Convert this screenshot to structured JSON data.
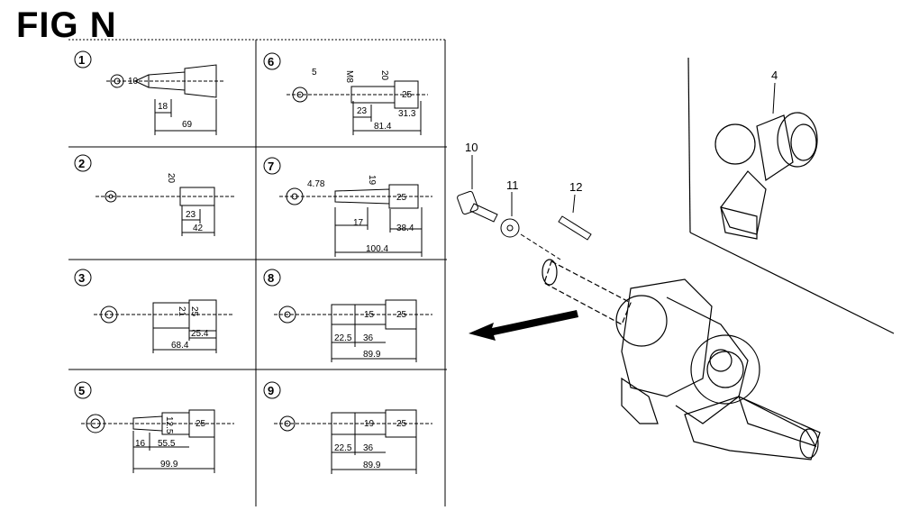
{
  "figure": {
    "title": "FIG N"
  },
  "panels": [
    {
      "id": "1",
      "dims": [
        "10",
        "18",
        "69"
      ]
    },
    {
      "id": "2",
      "dims": [
        "20",
        "23",
        "42"
      ]
    },
    {
      "id": "3",
      "dims": [
        "21",
        "25",
        "25.4",
        "68.4"
      ]
    },
    {
      "id": "5",
      "dims": [
        "12.5",
        "25",
        "16",
        "55.5",
        "99.9"
      ]
    },
    {
      "id": "6",
      "dims": [
        "5",
        "M8",
        "20",
        "25",
        "23",
        "31.3",
        "81.4"
      ]
    },
    {
      "id": "7",
      "dims": [
        "4.78",
        "19",
        "25",
        "17",
        "38.4",
        "100.4"
      ]
    },
    {
      "id": "8",
      "dims": [
        "15",
        "25",
        "22.5",
        "36",
        "89.9"
      ]
    },
    {
      "id": "9",
      "dims": [
        "19",
        "25",
        "22.5",
        "36",
        "89.9"
      ]
    }
  ],
  "callouts": [
    "10",
    "11",
    "12",
    "4"
  ]
}
